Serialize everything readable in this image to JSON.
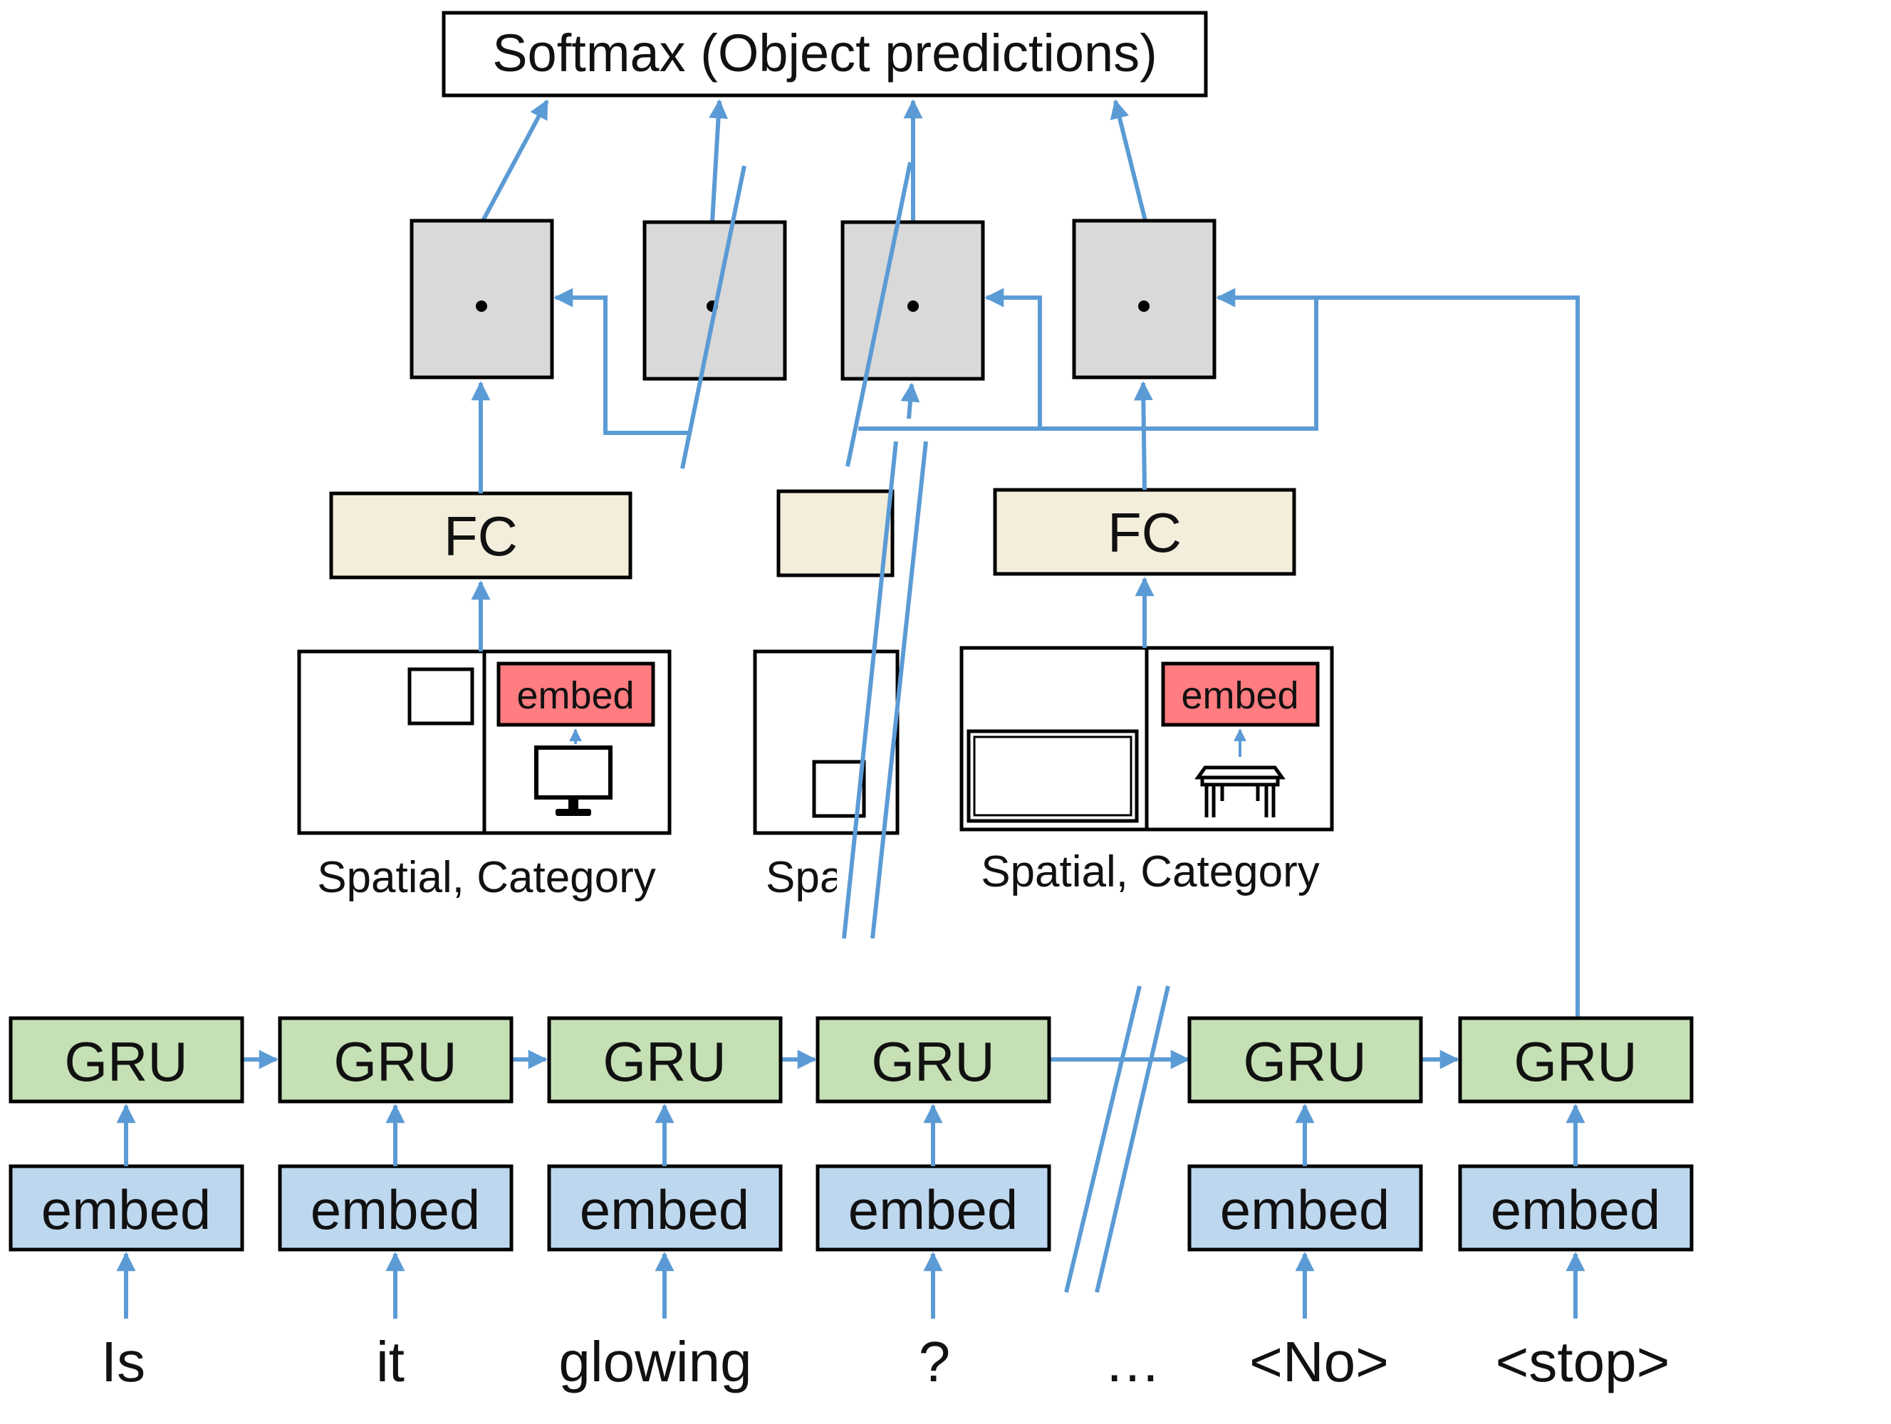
{
  "softmax": {
    "label": "Softmax (Object predictions)"
  },
  "fc_label": "FC",
  "object_caption": "Spatial, Category",
  "object_caption_truncated": "Spa",
  "category_embed_label": "embed",
  "gru_label": "GRU",
  "word_embed_label": "embed",
  "tokens": [
    "Is",
    "it",
    "glowing",
    "?",
    "…",
    "<No>",
    "<stop>"
  ],
  "colors": {
    "arrow": "#5b9bd5",
    "gru_fill": "#c5e0b4",
    "word_embed_fill": "#bdd7ee",
    "category_embed_fill": "#ff7c80",
    "fc_fill": "#f3eedb",
    "dot_box_fill": "#d9d9d9",
    "outline": "#000000"
  },
  "icons": [
    "monitor-icon",
    "table-icon"
  ]
}
